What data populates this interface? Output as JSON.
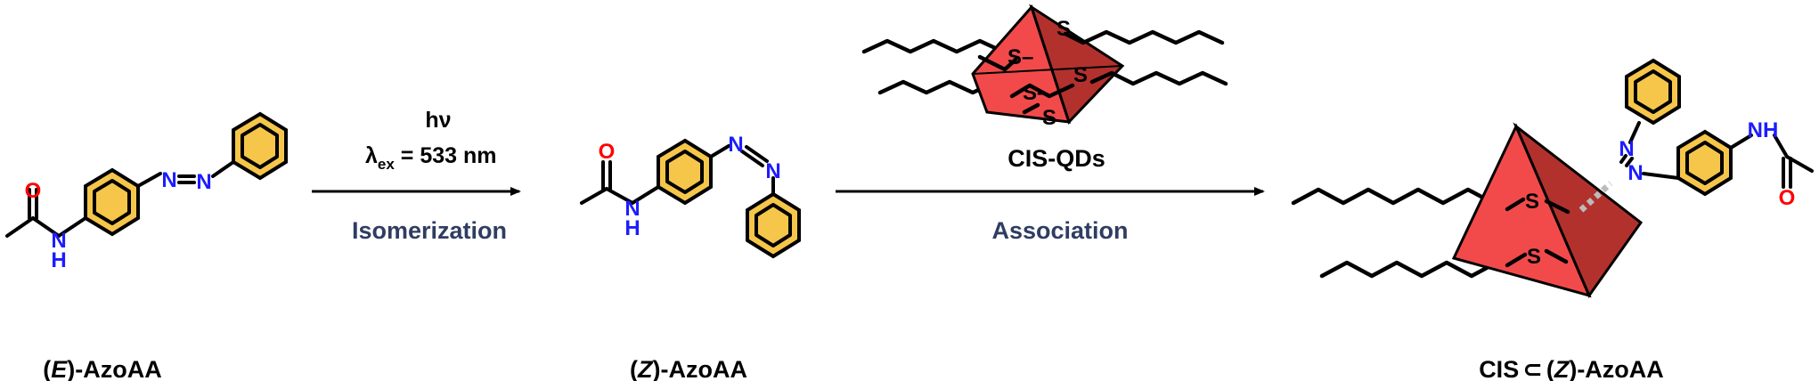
{
  "colors": {
    "ring_fill": "#f6c64a",
    "oxygen": "#ff0000",
    "nitrogen": "#1c1cff",
    "qd_light": "#f24a4a",
    "qd_dark": "#b3312d",
    "step_text": "#2f3d62"
  },
  "atoms": {
    "oxygen": "O",
    "nitrogen": "N",
    "amide_nh": "NH",
    "amide_n": "N",
    "amide_h": "H",
    "sulfur": "S",
    "sulfur_dash": "S–"
  },
  "reaction": {
    "step1": {
      "condition_light": "hν",
      "condition_wavelength_symbol": "λ",
      "condition_wavelength_sub": "ex",
      "condition_wavelength_value": " = 533 nm",
      "label": "Isomerization"
    },
    "step2": {
      "reagent": "CIS-QDs",
      "label": "Association"
    }
  },
  "molecules": {
    "e_isomer": {
      "open": "(",
      "italic": "E",
      "close": ")-AzoAA"
    },
    "z_isomer": {
      "open": "(",
      "italic": "Z",
      "close": ")-AzoAA"
    },
    "complex": {
      "prefix": "CIS",
      "symbol": "⊂",
      "open": "(",
      "italic": "Z",
      "close": ")-AzoAA"
    }
  }
}
